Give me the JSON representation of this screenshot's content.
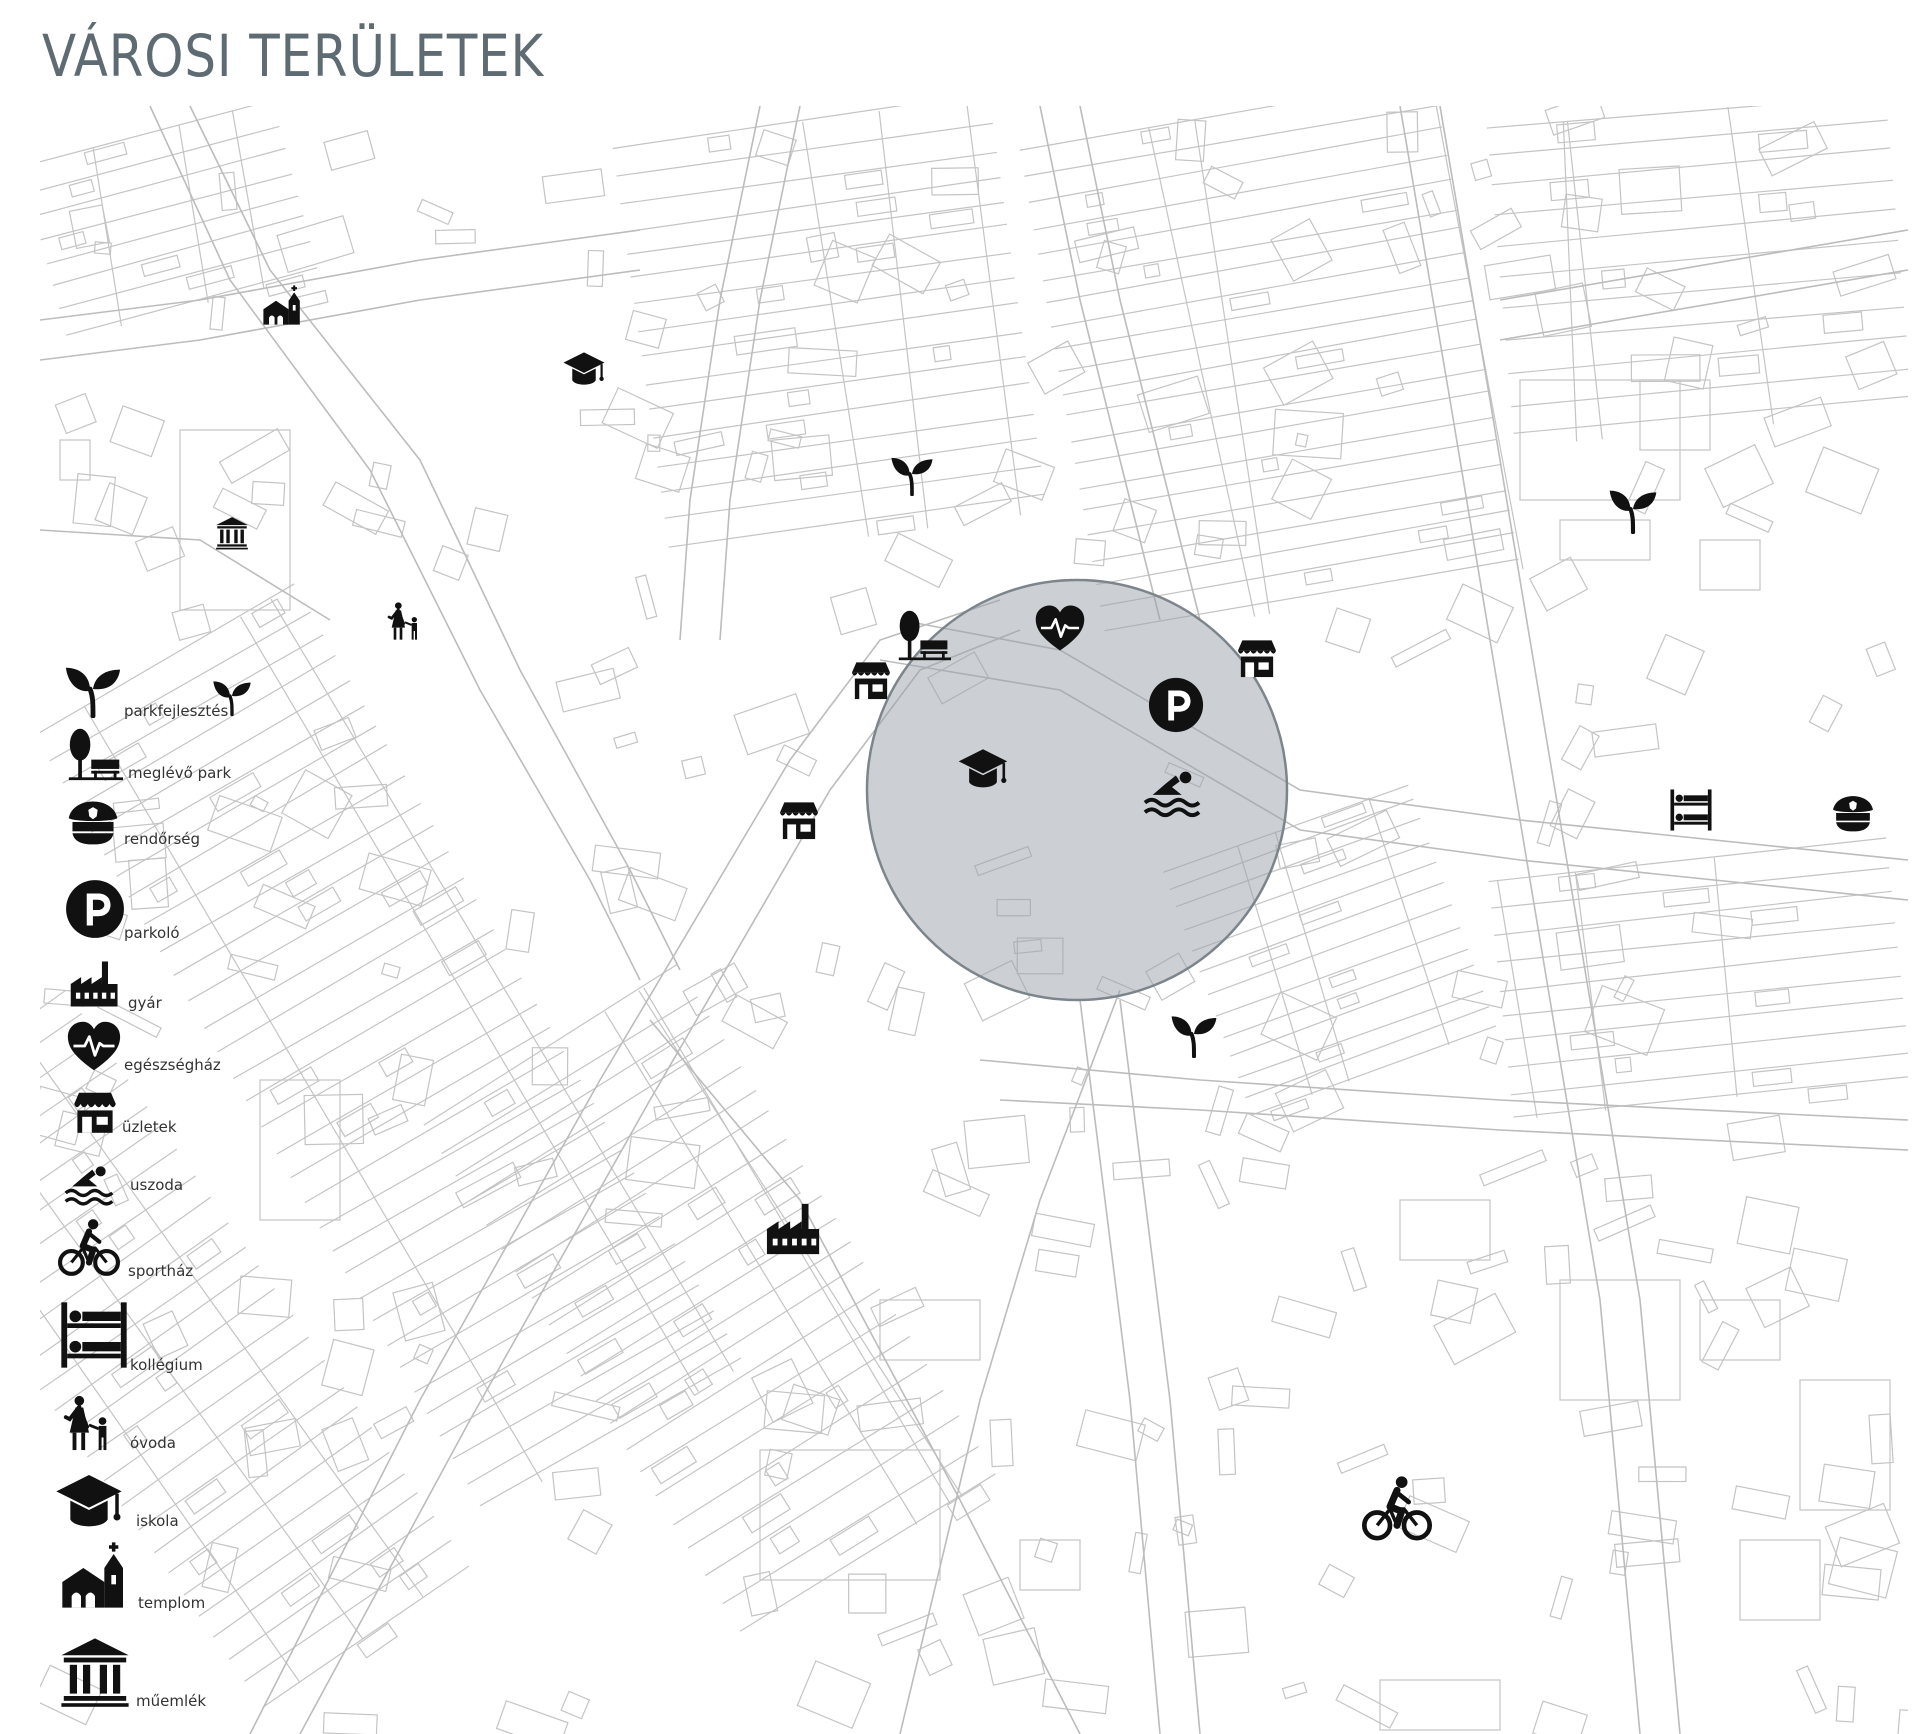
{
  "title": "VÁROSI TERÜLETEK",
  "colors": {
    "road": "#bcbcbc",
    "plot": "#c4c4c4",
    "icon": "#111111",
    "highlight_fill": "#9aa1a9",
    "highlight_stroke": "#7c848c",
    "title": "#5f6b72"
  },
  "highlight_zone": {
    "shape": "circle",
    "center": "parking and swimming area"
  },
  "legend": [
    {
      "icon": "sprout-icon",
      "label": "parkfejlesztés"
    },
    {
      "icon": "tree-bench-icon",
      "label": "meglévő park"
    },
    {
      "icon": "police-cap-icon",
      "label": "rendőrség"
    },
    {
      "icon": "parking-icon",
      "label": "parkoló"
    },
    {
      "icon": "factory-icon",
      "label": "gyár"
    },
    {
      "icon": "heart-pulse-icon",
      "label": "egészségház"
    },
    {
      "icon": "shop-icon",
      "label": "üzletek"
    },
    {
      "icon": "swimmer-icon",
      "label": "uszoda"
    },
    {
      "icon": "cyclist-icon",
      "label": "sportház"
    },
    {
      "icon": "bunk-bed-icon",
      "label": "kollégium"
    },
    {
      "icon": "parent-child-icon",
      "label": "óvoda"
    },
    {
      "icon": "graduation-cap-icon",
      "label": "iskola"
    },
    {
      "icon": "church-icon",
      "label": "templom"
    },
    {
      "icon": "monument-icon",
      "label": "műemlék"
    }
  ],
  "map_markers": [
    {
      "icon": "church-icon"
    },
    {
      "icon": "graduation-cap-icon"
    },
    {
      "icon": "monument-icon"
    },
    {
      "icon": "parent-child-icon"
    },
    {
      "icon": "sprout-icon"
    },
    {
      "icon": "sprout-icon"
    },
    {
      "icon": "sprout-icon"
    },
    {
      "icon": "tree-bench-icon"
    },
    {
      "icon": "heart-pulse-icon"
    },
    {
      "icon": "shop-icon"
    },
    {
      "icon": "shop-icon"
    },
    {
      "icon": "shop-icon"
    },
    {
      "icon": "parking-icon"
    },
    {
      "icon": "graduation-cap-icon"
    },
    {
      "icon": "swimmer-icon"
    },
    {
      "icon": "bunk-bed-icon"
    },
    {
      "icon": "police-cap-icon"
    },
    {
      "icon": "factory-icon"
    },
    {
      "icon": "cyclist-icon"
    }
  ]
}
